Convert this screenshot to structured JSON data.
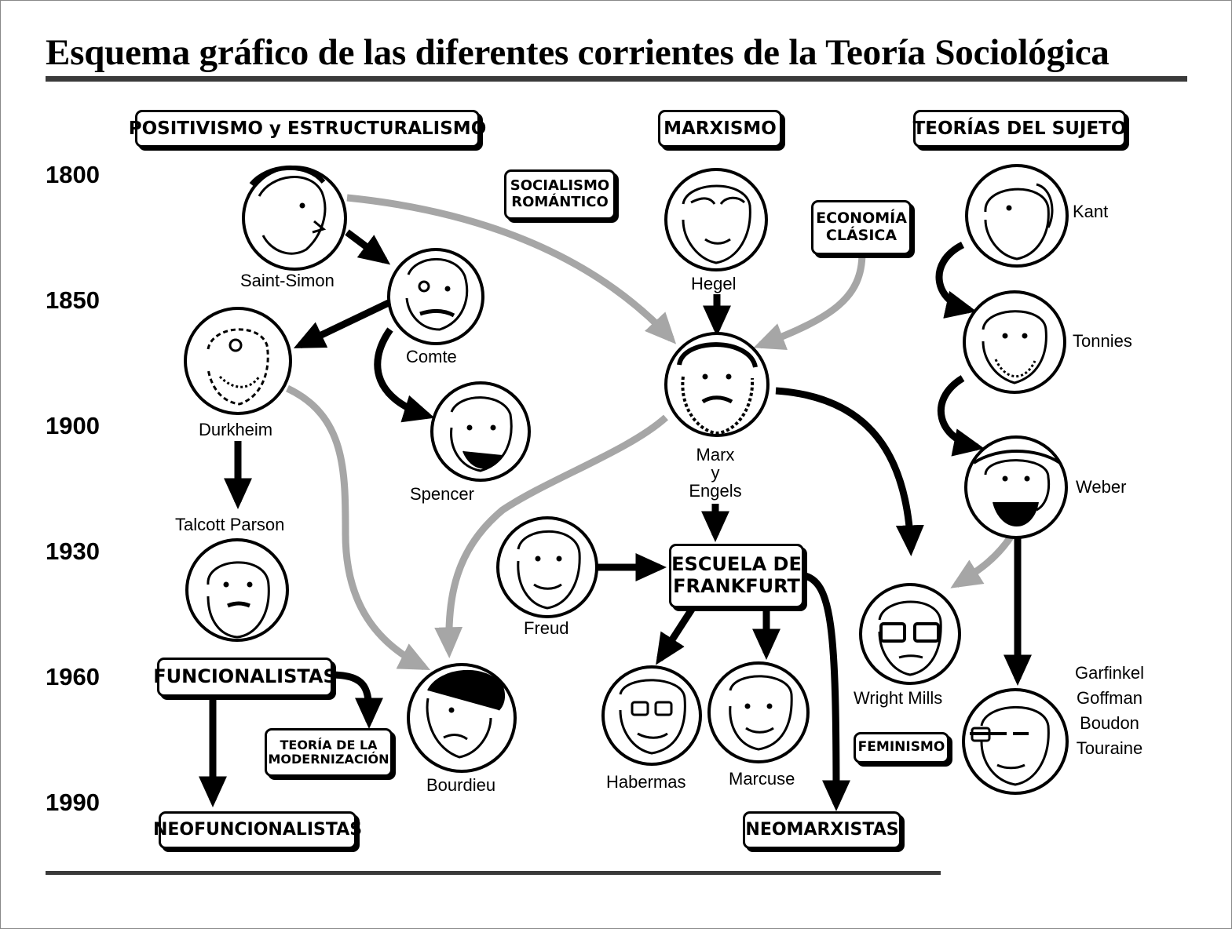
{
  "title": "Esquema gráfico de las diferentes corrientes de la Teoría Sociológica",
  "years": [
    "1800",
    "1850",
    "1900",
    "1930",
    "1960",
    "1990"
  ],
  "headers": {
    "positivismo": "POSITIVISMO y ESTRUCTURALISMO",
    "marxismo": "MARXISMO",
    "sujeto": "TEORÍAS DEL SUJETO"
  },
  "boxes": {
    "socialismo_1": "SOCIALISMO",
    "socialismo_2": "ROMÁNTICO",
    "economia_1": "ECONOMÍA",
    "economia_2": "CLÁSICA",
    "frankfurt_1": "ESCUELA DE",
    "frankfurt_2": "FRANKFURT",
    "funcionalistas": "FUNCIONALISTAS",
    "modernizacion_1": "TEORÍA DE LA",
    "modernizacion_2": "MODERNIZACIÓN",
    "neofuncionalistas": "NEOFUNCIONALISTAS",
    "neomarxistas": "NEOMARXISTAS",
    "feminismo": "FEMINISMO"
  },
  "names": {
    "saint_simon": "Saint-Simon",
    "comte": "Comte",
    "durkheim": "Durkheim",
    "spencer": "Spencer",
    "talcott": "Talcott Parson",
    "bourdieu": "Bourdieu",
    "hegel": "Hegel",
    "marx_1": "Marx",
    "marx_2": "y",
    "marx_3": "Engels",
    "freud": "Freud",
    "habermas": "Habermas",
    "marcuse": "Marcuse",
    "kant": "Kant",
    "tonnies": "Tonnies",
    "weber": "Weber",
    "wright_mills": "Wright Mills",
    "garfinkel": "Garfinkel",
    "goffman": "Goffman",
    "boudon": "Boudon",
    "touraine": "Touraine"
  },
  "colors": {
    "black_arrow": "#000000",
    "gray_arrow": "#a6a6a6",
    "rule": "#3a3a3a"
  }
}
